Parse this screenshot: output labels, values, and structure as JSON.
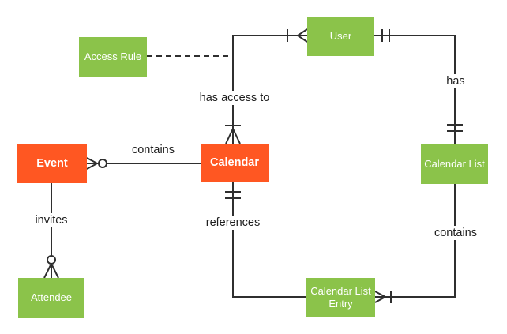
{
  "diagram": {
    "type": "entity-relationship",
    "background": "#ffffff",
    "colors": {
      "green_entity": "#8bc34a",
      "orange_entity": "#ff5722",
      "entity_text": "#ffffff",
      "line": "#2f2f2f",
      "label_text": "#1d1d1d"
    },
    "entities": {
      "access_rule": {
        "label": "Access Rule",
        "fill": "#8bc34a"
      },
      "user": {
        "label": "User",
        "fill": "#8bc34a"
      },
      "event": {
        "label": "Event",
        "fill": "#ff5722"
      },
      "calendar": {
        "label": "Calendar",
        "fill": "#ff5722"
      },
      "calendar_list": {
        "label": "Calendar List",
        "fill": "#8bc34a"
      },
      "attendee": {
        "label": "Attendee",
        "fill": "#8bc34a"
      },
      "calendar_list_entry": {
        "label": "Calendar List Entry",
        "fill": "#8bc34a"
      }
    },
    "relationships": {
      "event_calendar": {
        "label": "contains",
        "from": "Event",
        "to": "Calendar",
        "from_end": "zero-or-many",
        "to_end": "plain"
      },
      "event_attendee": {
        "label": "invites",
        "from": "Event",
        "to": "Attendee",
        "from_end": "plain",
        "to_end": "zero-or-many"
      },
      "calendar_user": {
        "label": "has access to",
        "from": "Calendar",
        "to": "User",
        "from_end": "one-or-many",
        "to_end": "one-or-many"
      },
      "user_calendar_list": {
        "label": "has",
        "from": "User",
        "to": "Calendar List",
        "from_end": "one-and-only-one",
        "to_end": "one-and-only-one"
      },
      "list_contains_entry": {
        "label": "contains",
        "from": "Calendar List",
        "to": "Calendar List Entry",
        "from_end": "plain",
        "to_end": "one-or-many"
      },
      "calendar_references": {
        "label": "references",
        "from": "Calendar",
        "to": "Calendar List Entry",
        "from_end": "one-and-only-one",
        "to_end": "plain"
      },
      "access_rule_link": {
        "label": "",
        "from": "Access Rule",
        "to": "Calendar–User line",
        "style": "dashed"
      }
    }
  }
}
